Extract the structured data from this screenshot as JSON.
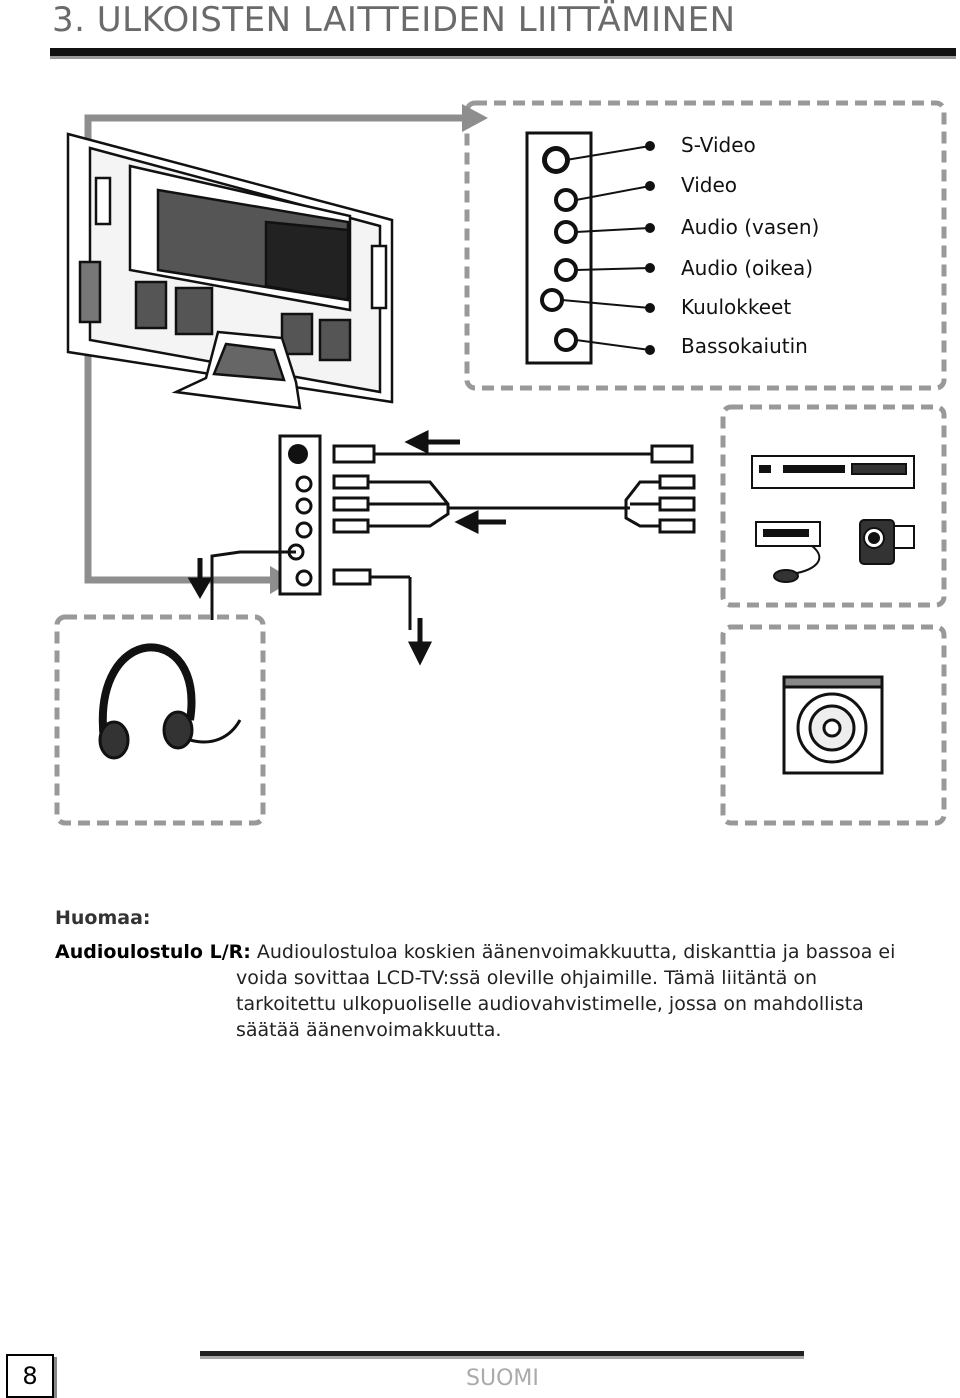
{
  "section": {
    "title": "3. ULKOISTEN LAITTEIDEN LIITTÄMINEN"
  },
  "connector_labels": [
    "S-Video",
    "Video",
    "Audio (vasen)",
    "Audio (oikea)",
    "Kuulokkeet",
    "Bassokaiutin"
  ],
  "note": {
    "title": "Huomaa:",
    "key": "Audioulostulo L/R:",
    "lines": [
      "Audioulostuloa koskien äänenvoimakkuutta, diskanttia ja bassoa ei",
      "voida sovittaa LCD-TV:ssä oleville ohjaimille. Tämä liitäntä on",
      "tarkoitettu ulkopuoliselle audiovahvistimelle, jossa on mahdollista",
      "säätää äänenvoimakkuutta."
    ]
  },
  "footer": {
    "page_number": "8",
    "language": "SUOMI"
  },
  "icons": [
    "tv-rear-panel-icon",
    "connector-panel-icon",
    "dvd-player-icon",
    "vcr-icon",
    "camcorder-icon",
    "headphones-icon",
    "subwoofer-icon",
    "arrow-icon"
  ]
}
